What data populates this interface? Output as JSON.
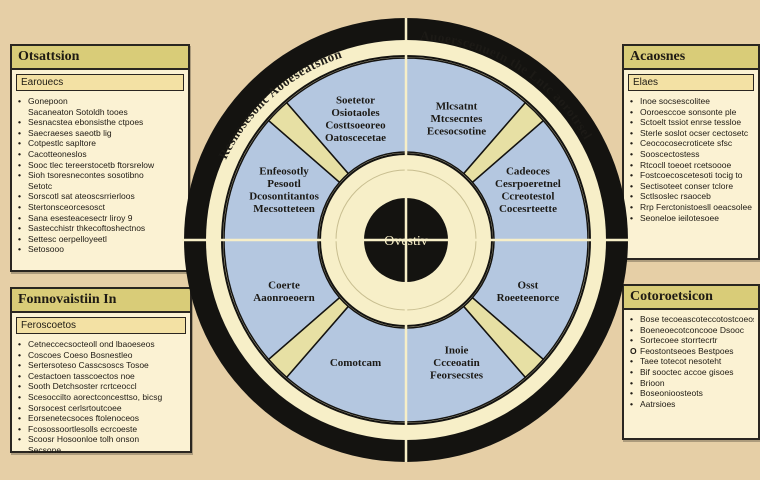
{
  "left_top_panel": {
    "title": "Otsattsion",
    "subtitle": "Earouecs",
    "items": [
      {
        "bullet": "•",
        "text": "Gonepoon"
      },
      {
        "bullet": "",
        "text": "Sacaneaton Sotoldh tooes"
      },
      {
        "bullet": "•",
        "text": "Sesnacstea ebonsisthe ctpoes"
      },
      {
        "bullet": "•",
        "text": "Saecraeses saeotb lig"
      },
      {
        "bullet": "•",
        "text": "Cotpestlc sapltore"
      },
      {
        "bullet": "•",
        "text": "Cacotteoneslos"
      },
      {
        "bullet": "•",
        "text": "Sooc tlec tereerstocetb ftorsrelow"
      },
      {
        "bullet": "•",
        "text": "Sioh tsoresnecontes sosotibno"
      },
      {
        "bullet": "",
        "text": "Setotc"
      },
      {
        "bullet": "•",
        "text": "Sorscotl sat ateoscsrrierloos"
      },
      {
        "bullet": "•",
        "text": "Stertonsceorcesosct"
      },
      {
        "bullet": "•",
        "text": "Sana esesteacesectr liroy 9"
      },
      {
        "bullet": "•",
        "text": "Sastecchistr thkecoftoshectnos"
      },
      {
        "bullet": "•",
        "text": "Settesc oerpelloyeetl"
      },
      {
        "bullet": "•",
        "text": "Setosooo"
      }
    ]
  },
  "left_bottom_panel": {
    "title": "Fonnovaistiin In",
    "subtitle": "Feroscoetos",
    "items": [
      {
        "bullet": "•",
        "text": "Cetneccecsocteoll ond lbaoeseos"
      },
      {
        "bullet": "•",
        "text": "Coscoes Coeso Bosnestleo"
      },
      {
        "bullet": "•",
        "text": "Sertersoteso Casscsoscs Tosoe"
      },
      {
        "bullet": "•",
        "text": "Cestactoen tasscoectos noe"
      },
      {
        "bullet": "•",
        "text": "Sooth Detchsoster rcrtceoccl"
      },
      {
        "bullet": "•",
        "text": "Scesoccilto aorectconcesttso, bicsg"
      },
      {
        "bullet": "•",
        "text": "Sorsocest cerlsrtoutcoee"
      },
      {
        "bullet": "•",
        "text": "Eorsenetecsoces ftolenoceos"
      },
      {
        "bullet": "•",
        "text": "Fcosossoortlesolls ecrcoeste"
      },
      {
        "bullet": "•",
        "text": "Scoosr Hosoonloe tolh onson"
      },
      {
        "bullet": "",
        "text": "Secsone"
      }
    ]
  },
  "right_top_panel": {
    "title": "Acaosnes",
    "subtitle": "Elaes",
    "items": [
      {
        "bullet": "•",
        "text": "Inoe socsescolitee"
      },
      {
        "bullet": "•",
        "text": "Ooroesccoe sonsonte ple"
      },
      {
        "bullet": "•",
        "text": "Sctoelt tssiot enrse tessloe"
      },
      {
        "bullet": "•",
        "text": "Sterle soslot ocser cectosetc"
      },
      {
        "bullet": "•",
        "text": "Ceococosecroticete sfsc"
      },
      {
        "bullet": "•",
        "text": "Sooscectostess"
      },
      {
        "bullet": "•",
        "text": "Rtcocll toeoet rcetsoooe"
      },
      {
        "bullet": "•",
        "text": "Fostcoecoscetesoti tocig to"
      },
      {
        "bullet": "•",
        "text": "Sectisoteet conser tclore"
      },
      {
        "bullet": "•",
        "text": "Sctlsoslec rsaoceb"
      },
      {
        "bullet": "•",
        "text": "Rrp Ferctonistoesll oeacsolee"
      },
      {
        "bullet": "•",
        "text": "Seoneloe ieilotesoee"
      }
    ]
  },
  "right_bottom_panel": {
    "title": "Cotoroetsicon",
    "items": [
      {
        "bullet": "•",
        "text": "Bose tecoeascoteccotostcoeos"
      },
      {
        "bullet": "•",
        "text": "Boeneoecotconcooe Dsooc"
      },
      {
        "bullet": "•",
        "text": "Sortecoee storrtecrtr"
      },
      {
        "bullet": "O",
        "text": "Feostontseoes Bestpoes"
      },
      {
        "bullet": "•",
        "text": "Taee totecot nesoteht"
      },
      {
        "bullet": "•",
        "text": "Bif sooctec accoe gisoes"
      },
      {
        "bullet": "•",
        "text": "Brioon"
      },
      {
        "bullet": "•",
        "text": "Boseonioosteots"
      },
      {
        "bullet": "•",
        "text": "Aatrsioes"
      }
    ]
  },
  "wheel": {
    "center_label": "Ovestiv",
    "arc_left": "Resnosesonc Aooeseatsnon",
    "arc_right": "Auoerscenuetn the Lntc aorotrsel",
    "segments": [
      {
        "lines": [
          "Mlcsatnt",
          "Mtcsecntes",
          "Ecesocsotine"
        ]
      },
      {
        "lines": [
          "Cadeoces",
          "Cesrpoeretnel",
          "Ccreotestol",
          "Cocesrteette"
        ]
      },
      {
        "lines": [
          "Osst",
          "Roeeteenorce"
        ]
      },
      {
        "lines": [
          "Inoie",
          "Ccceoatin",
          "Feorsecstes"
        ]
      },
      {
        "lines": [
          "Comotcam"
        ]
      },
      {
        "lines": [
          "Coerte",
          "Aaonroeoern"
        ]
      },
      {
        "lines": [
          "Enfeosotly",
          "Pesootl",
          "Dcosontitantos",
          "Mecsotteteen"
        ]
      },
      {
        "lines": [
          "Soetetor",
          "Osiotaoles",
          "Costtsoeoreo",
          "Oatoscecetae"
        ]
      }
    ]
  },
  "colors": {
    "background": "#e6cfa6",
    "panel_fill": "#fbf2d3",
    "panel_header": "#d9cc78",
    "segment_blue": "#b4c7e0",
    "cream": "#f7efc8",
    "wedge_yellow": "#e7e0a4",
    "dark": "#141310"
  }
}
